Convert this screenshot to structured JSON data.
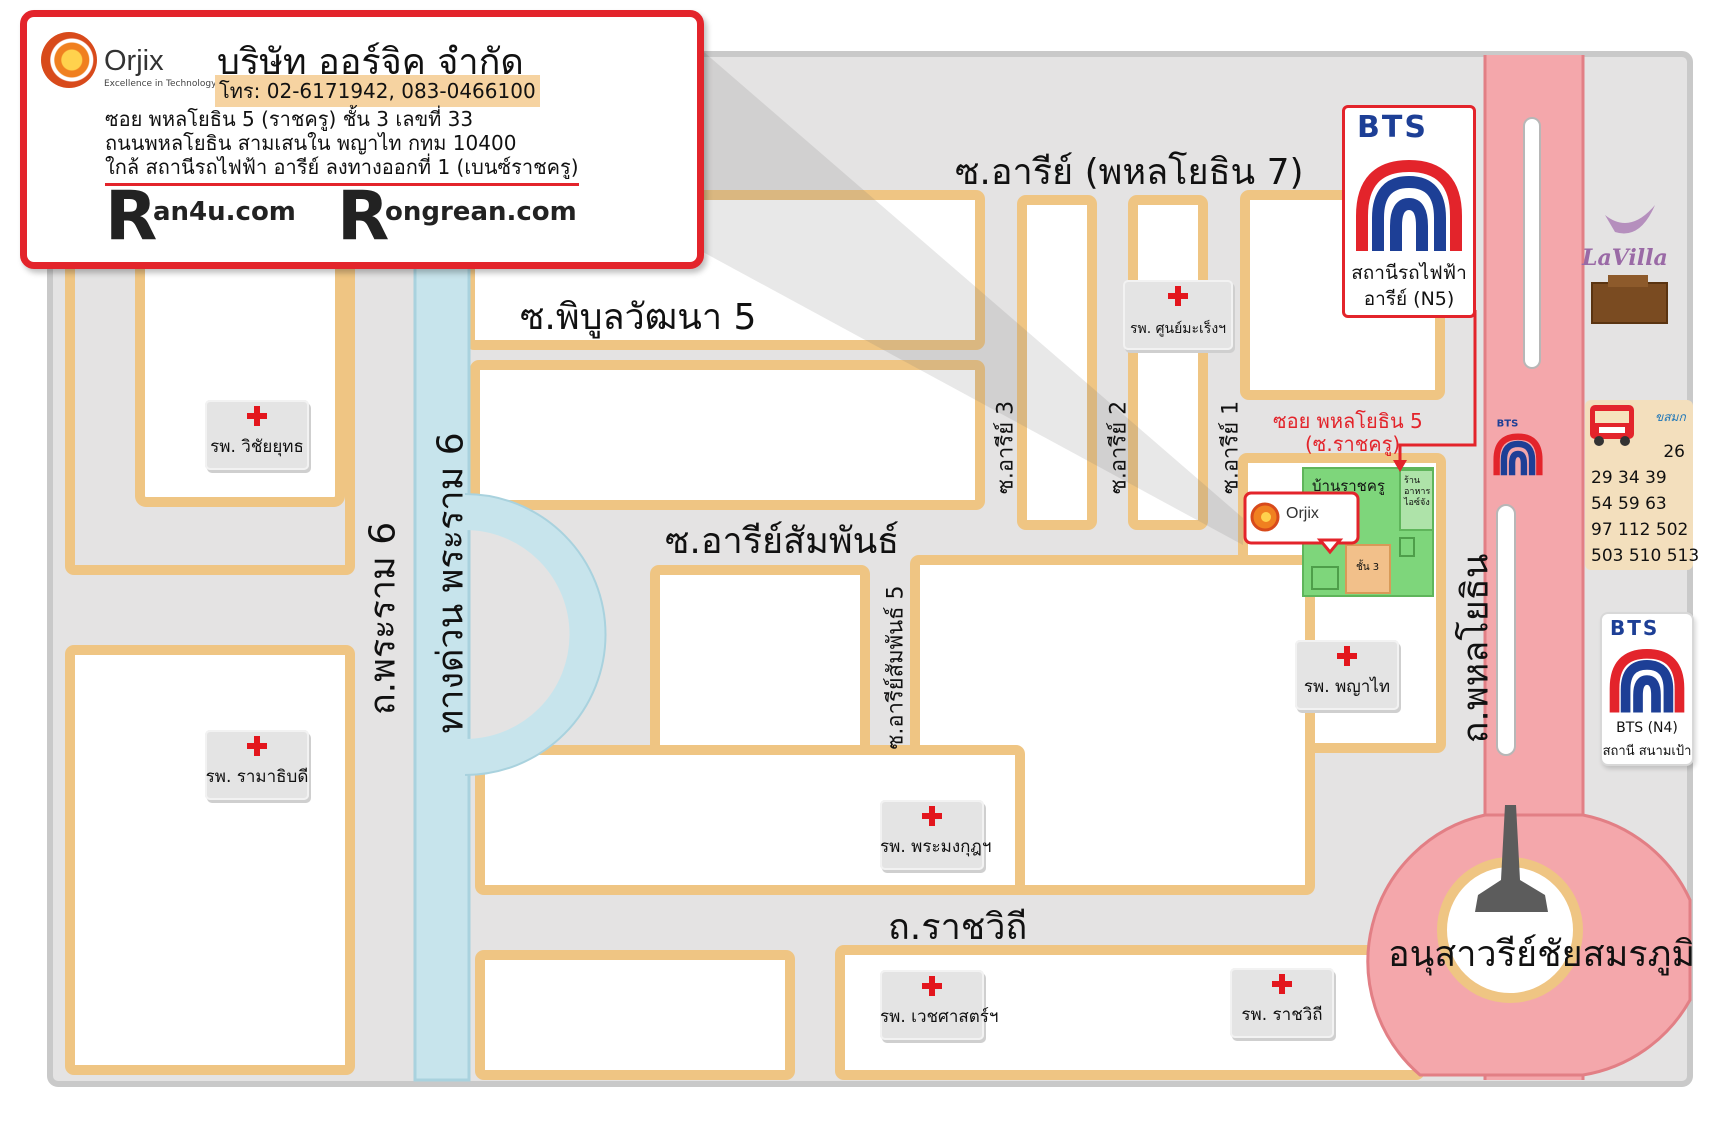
{
  "company": {
    "logo_word": "Orjix",
    "logo_tagline": "Excellence in Technology",
    "name_th": "บริษัท ออร์จิค จำกัด",
    "phone": "โทร: 02-6171942,  083-0466100",
    "address_line1": "ซอย พหลโยธิน 5 (ราชครู)  ชั้น 3 เลขที่ 33",
    "address_line2": "ถนนพหลโยธิน สามเสนใน พญาไท กทม 10400",
    "address_line3": "ใกล้ สถานีรถไฟฟ้า อารีย์ ลงทางออกที่ 1 (เบนซ์ราชครู)",
    "site1_rest": "an4u.com",
    "site2_rest": "ongrean.com",
    "site_initial": "R"
  },
  "roads": {
    "soi_ari_phahon7": "ซ.อารีย์ (พหลโยธิน 7)",
    "soi_phibun5": "ซ.พิบูลวัฒนา 5",
    "soi_ari_samphan": "ซ.อารีย์สัมพันธ์",
    "soi_ari_samphan5": "ซ.อารีย์สัมพันธ์ 5",
    "soi_ari3": "ซ.อารีย์ 3",
    "soi_ari2": "ซ.อารีย์ 2",
    "soi_ari1": "ซ.อารีย์ 1",
    "rama6": "ถ.พระราม 6",
    "expressway": "ทางด่วน พระราม 6",
    "phahonyothin": "ถ.พหลโยธิน",
    "ratchawithi": "ถ.ราชวิถี",
    "victory_monument": "อนุสาวรีย์ชัยสมรภูมิ",
    "soi_phahon5": "ซอย พหลโยธิน 5",
    "soi_phahon5_alt": "(ซ.ราชครู)"
  },
  "places": {
    "ban_ratchakru": "บ้านราชครู",
    "restaurant": "ร้านอาหาร ไอซ์จัง",
    "floor3": "ชั้น 3",
    "orjix_marker": "Orjix",
    "lavilla": "LaVilla"
  },
  "hospitals": {
    "wichaiyut": "รพ. วิชัยยุทธ",
    "ramathibodi": "รพ. รามาธิบดี",
    "phramongkut": "รพ. พระมงกุฎฯ",
    "wetchasat": "รพ. เวชศาสตร์ฯ",
    "ratchawithi": "รพ. ราชวิถี",
    "phyathai": "รพ. พญาไท",
    "sunmareng": "รพ. ศูนย์มะเร็งฯ"
  },
  "bts": {
    "logo_word": "BTS",
    "ari_name": "สถานีรถไฟฟ้า",
    "ari_code": "อารีย์ (N5)",
    "n4_code": "BTS   (N4)",
    "n4_name": "สถานี สนามเป้า"
  },
  "bus": {
    "brand": "ขสมก",
    "rows": [
      "26",
      "29  34  39",
      "54  59  63",
      "97 112 502",
      "503 510 513"
    ]
  },
  "colors": {
    "road_border": "#efc583",
    "road_fill": "#e4e3e3",
    "expressway": "#c7e4ec",
    "bts_line": "#f4a7ab",
    "accent_red": "#e3242b",
    "bts_blue": "#1d3f96",
    "office_green": "#7ed67b"
  }
}
